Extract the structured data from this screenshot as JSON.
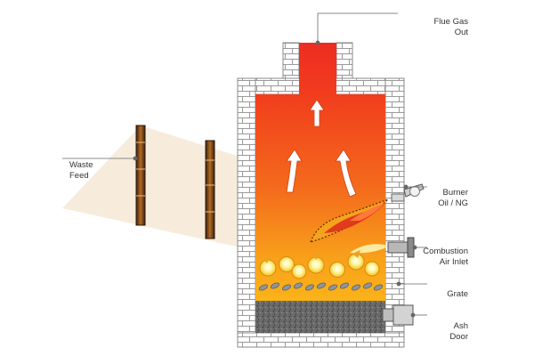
{
  "labels": {
    "flue_gas_line1": "Flue Gas",
    "flue_gas_line2": "Out",
    "waste_line1": "Waste",
    "waste_line2": "Feed",
    "burner_line1": "Burner",
    "burner_line2": "Oil / NG",
    "air_line1": "Combustion",
    "air_line2": "Air Inlet",
    "grate": "Grate",
    "ash_line1": "Ash",
    "ash_line2": "Door"
  },
  "colors": {
    "brick_mortar": "#9a9a9a",
    "flame_top": "#f13d1d",
    "flame_bottom": "#fbb318",
    "grate_bar": "#8f949c",
    "ash": "#5c5c5c",
    "waste_path": "#f6ead8"
  }
}
